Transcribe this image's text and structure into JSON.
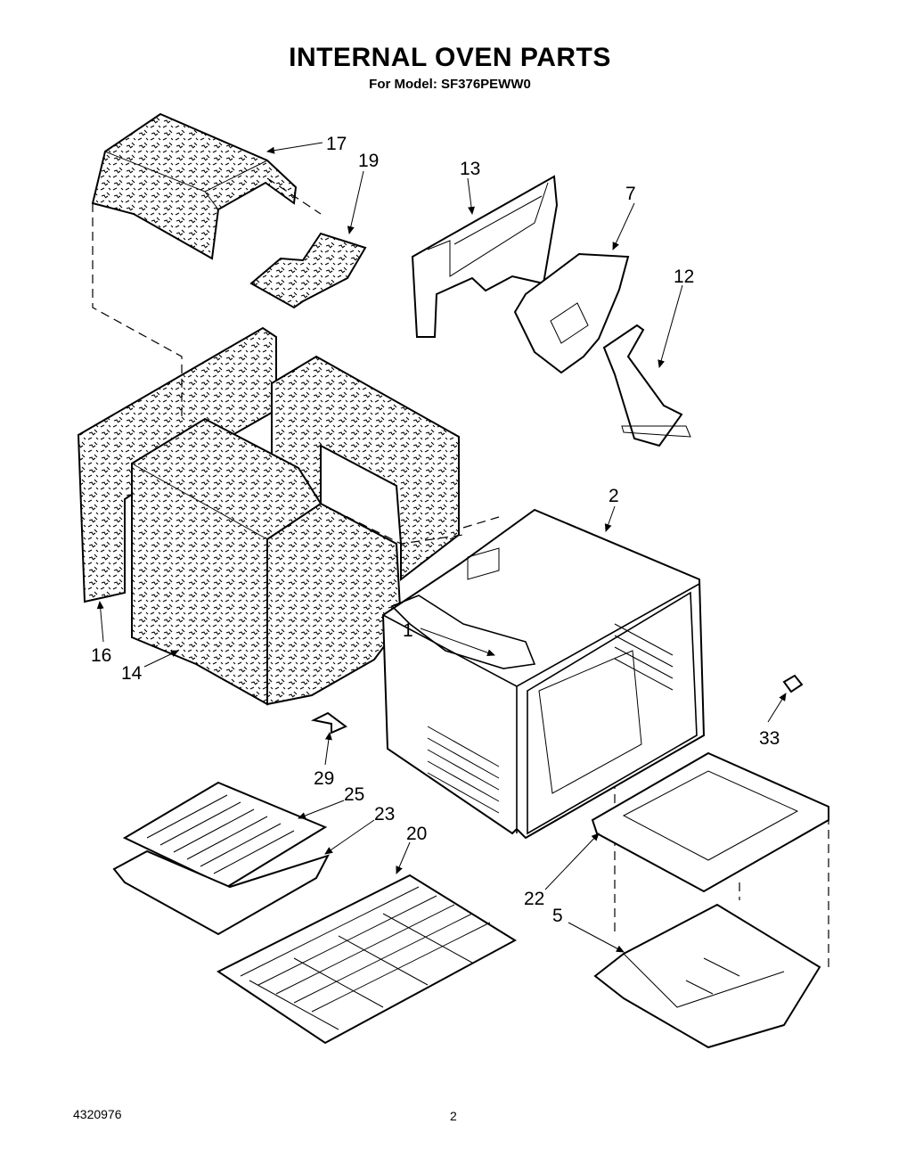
{
  "header": {
    "title": "INTERNAL OVEN PARTS",
    "subtitle": "For Model: SF376PEWW0"
  },
  "callouts": {
    "c1": "1",
    "c2": "2",
    "c5": "5",
    "c7": "7",
    "c12": "12",
    "c13": "13",
    "c14": "14",
    "c16": "16",
    "c17": "17",
    "c19": "19",
    "c20": "20",
    "c22": "22",
    "c23": "23",
    "c25": "25",
    "c29": "29",
    "c33": "33"
  },
  "footer": {
    "doc_number": "4320976",
    "page_number": "2"
  }
}
